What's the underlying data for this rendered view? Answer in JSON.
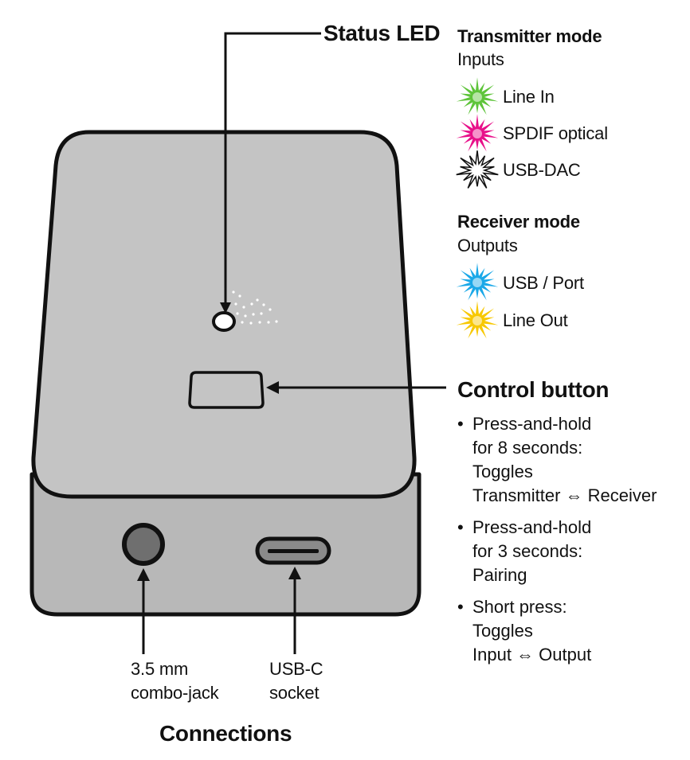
{
  "labels": {
    "status_led": "Status LED",
    "control_button": "Control button",
    "connections": "Connections"
  },
  "transmitter": {
    "title": "Transmitter mode",
    "subtitle": "Inputs",
    "items": [
      {
        "label": "Line In",
        "color": "#5ec43a"
      },
      {
        "label": "SPDIF optical",
        "color": "#e8108a"
      },
      {
        "label": "USB-DAC",
        "color": "#ffffff"
      }
    ]
  },
  "receiver": {
    "title": "Receiver mode",
    "subtitle": "Outputs",
    "items": [
      {
        "label": "USB / Port",
        "color": "#1aa8e8"
      },
      {
        "label": "Line Out",
        "color": "#f7c800"
      }
    ]
  },
  "control_notes": [
    {
      "bullet": "•",
      "lines": [
        "Press-and-hold",
        "for 8 seconds:",
        "Toggles",
        "Transmitter ⇔ Receiver"
      ]
    },
    {
      "bullet": "•",
      "lines": [
        "Press-and-hold",
        "for 3 seconds:",
        "Pairing"
      ]
    },
    {
      "bullet": "•",
      "lines": [
        "Short press:",
        "Toggles",
        "Input ⇔ Output"
      ]
    }
  ],
  "ports": {
    "jack": {
      "line1": "3.5 mm",
      "line2": "combo-jack"
    },
    "usbc": {
      "line1": "USB-C",
      "line2": "socket"
    }
  },
  "colors": {
    "device_top": "#c4c4c4",
    "device_front": "#b8b8b8",
    "outline": "#111111",
    "jack_fill": "#6f6f6f",
    "usbc_fill": "#8a8a8a"
  }
}
